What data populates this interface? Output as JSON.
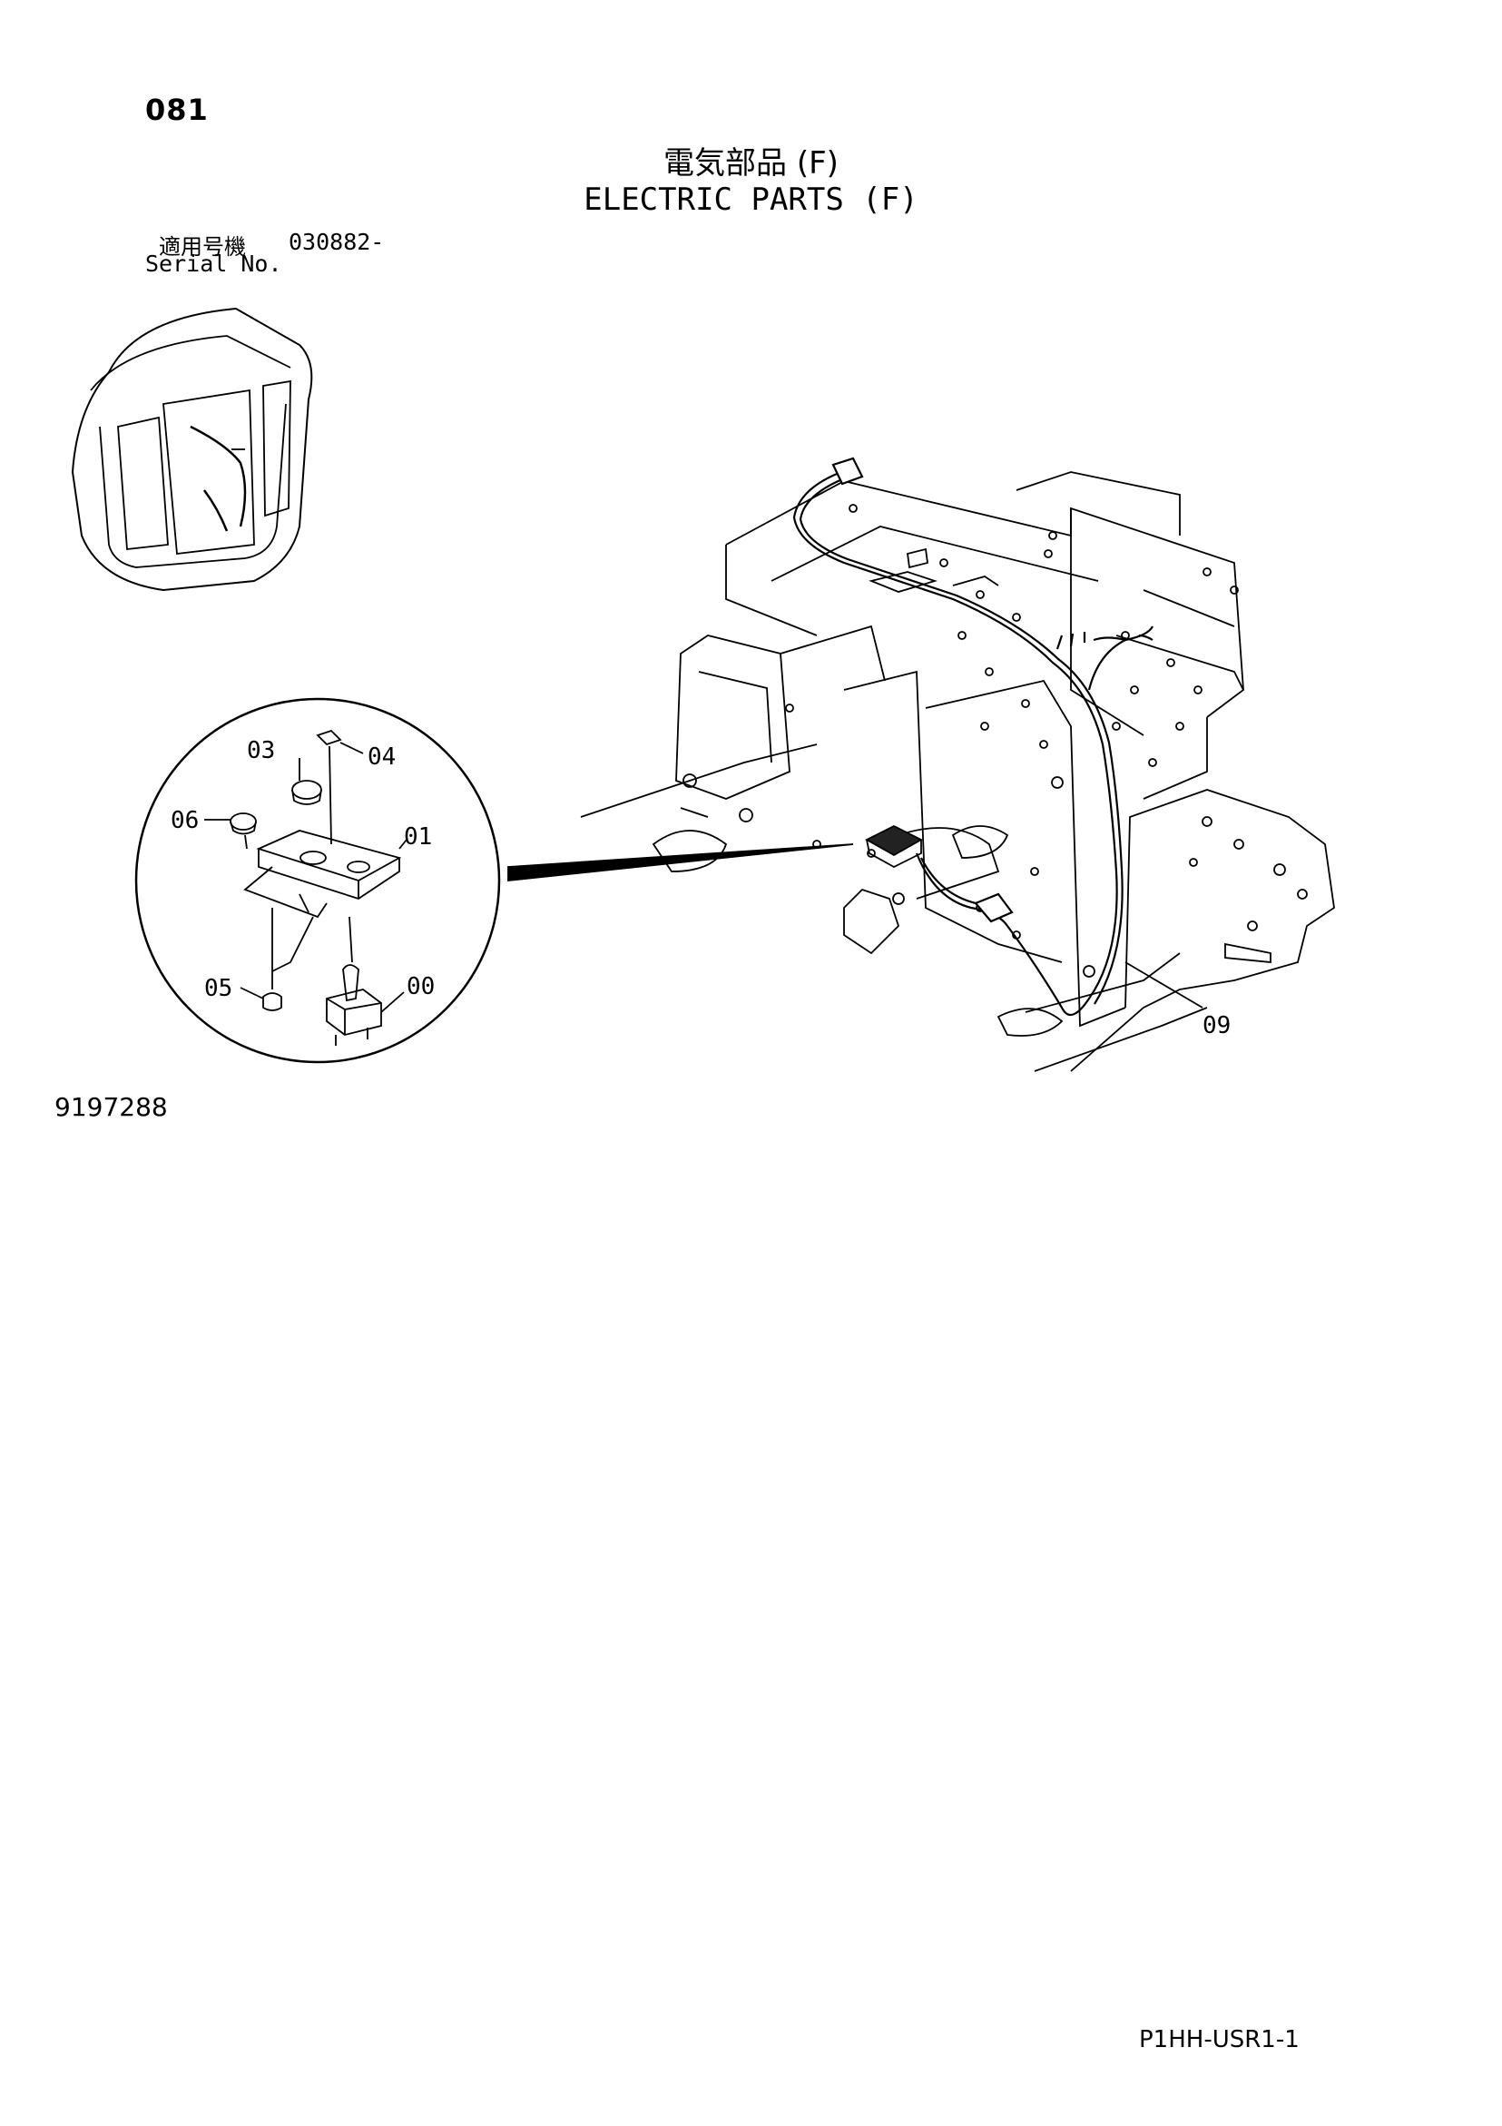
{
  "header": {
    "page_number": "081",
    "title_jp": "電気部品 (F)",
    "title_en": "ELECTRIC PARTS (F)",
    "serial_label_jp": "適用号機",
    "serial_value": "030882-",
    "serial_label_en": "Serial No."
  },
  "callouts": [
    "03",
    "04",
    "06",
    "01",
    "05",
    "00",
    "09"
  ],
  "footer": {
    "figure_number": "9197288",
    "page_code": "P1HH-USR1-1"
  }
}
